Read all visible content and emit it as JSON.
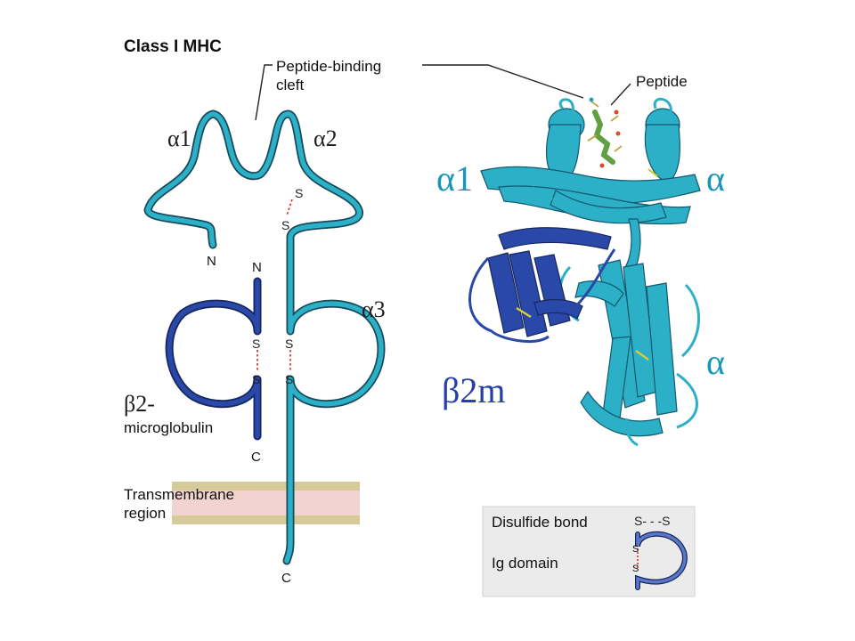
{
  "title": "Class I MHC",
  "cleft_label_line1": "Peptide-binding",
  "cleft_label_line2": "cleft",
  "peptide_label": "Peptide",
  "alpha1": "α1",
  "alpha2": "α2",
  "alpha3": "α3",
  "n_alpha": "N",
  "n_beta": "N",
  "c_beta": "C",
  "c_alpha": "C",
  "b2_line1": "β2-",
  "b2_line2": "microglobulin",
  "tm_line1": "Transmembrane",
  "tm_line2": "region",
  "s": "S",
  "struct_alpha1": "α1",
  "struct_alpha_right_top": "α",
  "struct_alpha_right_bottom": "α",
  "struct_b2m": "β2m",
  "legend": {
    "disulfide_label": "Disulfide bond",
    "disulfide_symbol": "S- - -S",
    "ig_label": "Ig domain"
  },
  "colors": {
    "alpha_chain": "#2bb0c8",
    "beta2m_chain": "#2a48a8",
    "disulfide": "#cc2a1f",
    "membrane_band": "#d6c99a",
    "membrane_core": "#f3d3cf",
    "legend_bg": "#ebebeb"
  }
}
